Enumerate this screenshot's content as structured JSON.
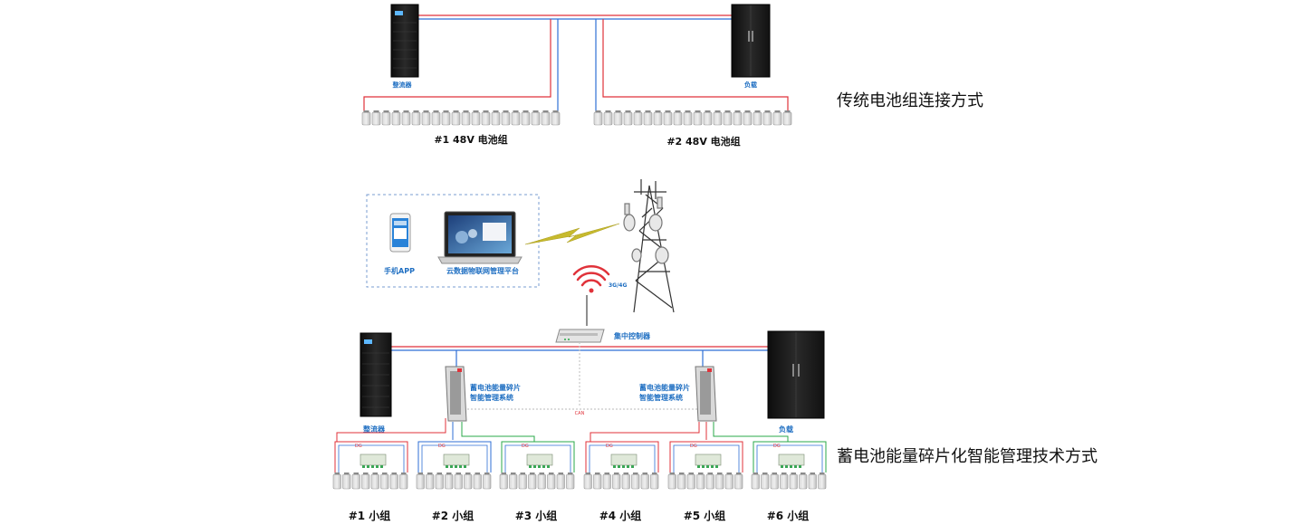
{
  "captions": {
    "traditional": "传统电池组连接方式",
    "smart": "蓄电池能量碎片化智能管理技术方式"
  },
  "top": {
    "rectifier_label": "整流器",
    "load_label": "负载",
    "bank1_label": "#1 48V 电池组",
    "bank2_label": "#2 48V 电池组"
  },
  "cloud": {
    "app_label": "手机APP",
    "platform_label": "云数据物联网管理平台"
  },
  "network": {
    "signal_label": "3G/4G",
    "controller_label": "集中控制器",
    "bus_label": "CAN"
  },
  "bottom": {
    "rectifier_label": "整流器",
    "load_label": "负载",
    "system_line1": "蓄电池能量碎片",
    "system_line2": "智能管理系统",
    "module_tag": "DG"
  },
  "groups": [
    "#1 小组",
    "#2 小组",
    "#3 小组",
    "#4 小组",
    "#5 小组",
    "#6 小组"
  ],
  "colors": {
    "red": "#e0323a",
    "blue": "#2f6fd6",
    "green": "#2aa84a",
    "label_blue": "#1f6fc2",
    "cabinet": "#1c1c1c",
    "battery": "#c9c9c9"
  }
}
